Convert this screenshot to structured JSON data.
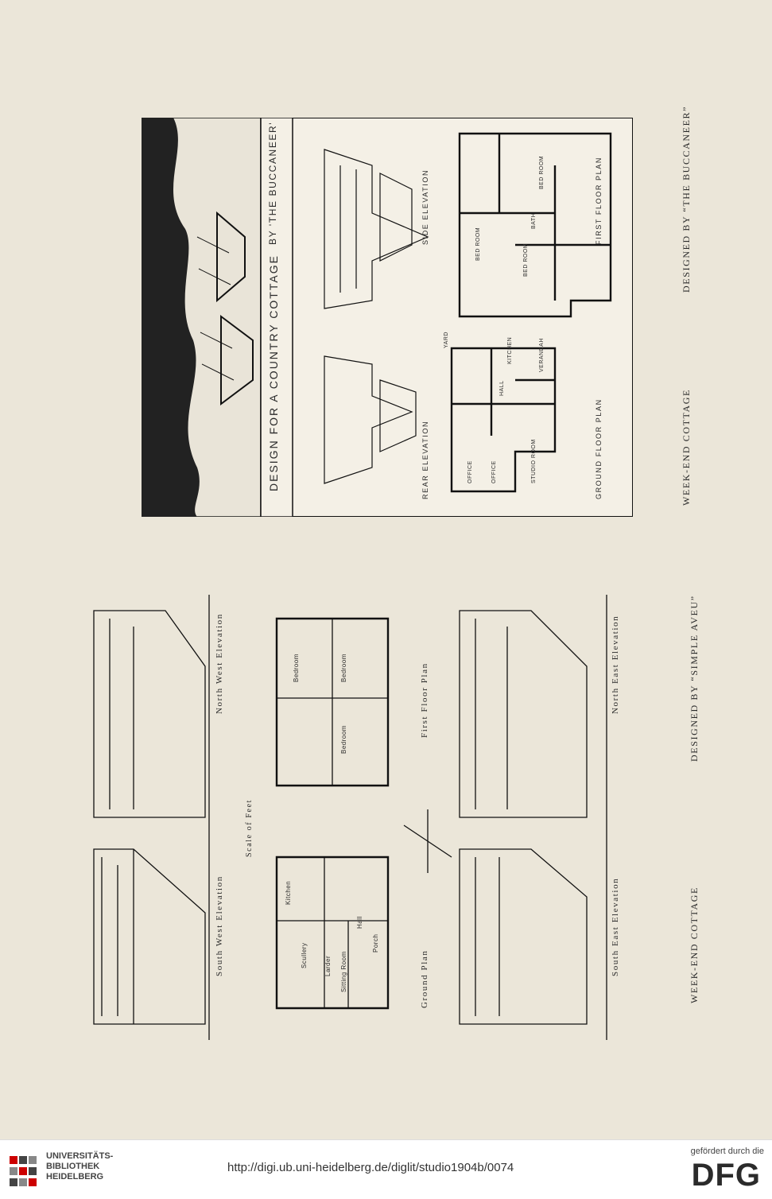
{
  "captions": {
    "left_bottom": "WEEK-END COTTAGE",
    "left_top": "DESIGNED BY “SIMPLE AVEU”",
    "right_bottom": "WEEK-END COTTAGE",
    "right_top": "DESIGNED BY “THE BUCCANEER”"
  },
  "buccaneer": {
    "title": "DESIGN FOR A COUNTRY COTTAGE",
    "by": "BY 'THE BUCCANEER'",
    "rear": "REAR ELEVATION",
    "side": "SIDE ELEVATION",
    "ground": "GROUND FLOOR PLAN",
    "first": "FIRST FLOOR PLAN",
    "rooms_ground": [
      "OFFICE",
      "OFFICE",
      "STUDIO ROOM",
      "HALL",
      "KITCHEN",
      "VERANDAH",
      "YARD"
    ],
    "rooms_first": [
      "BED ROOM",
      "BED ROOM",
      "BED ROOM",
      "BATH"
    ]
  },
  "aveu": {
    "sw": "South West Elevation",
    "nw": "North West Elevation",
    "se": "South East Elevation",
    "ne": "North East Elevation",
    "ground": "Ground Plan",
    "first": "First Floor Plan",
    "scale": "Scale of Feet",
    "rooms_ground": [
      "Kitchen",
      "Scullery",
      "Sitting Room",
      "Hall",
      "Larder",
      "Porch"
    ],
    "rooms_first": [
      "Bedroom",
      "Bedroom",
      "Bedroom"
    ]
  },
  "footer": {
    "uni_line1": "UNIVERSITÄTS-",
    "uni_line2": "BIBLIOTHEK",
    "uni_line3": "HEIDELBERG",
    "url": "http://digi.ub.uni-heidelberg.de/diglit/studio1904b/0074",
    "funded": "gefördert durch die",
    "dfg": "DFG"
  }
}
